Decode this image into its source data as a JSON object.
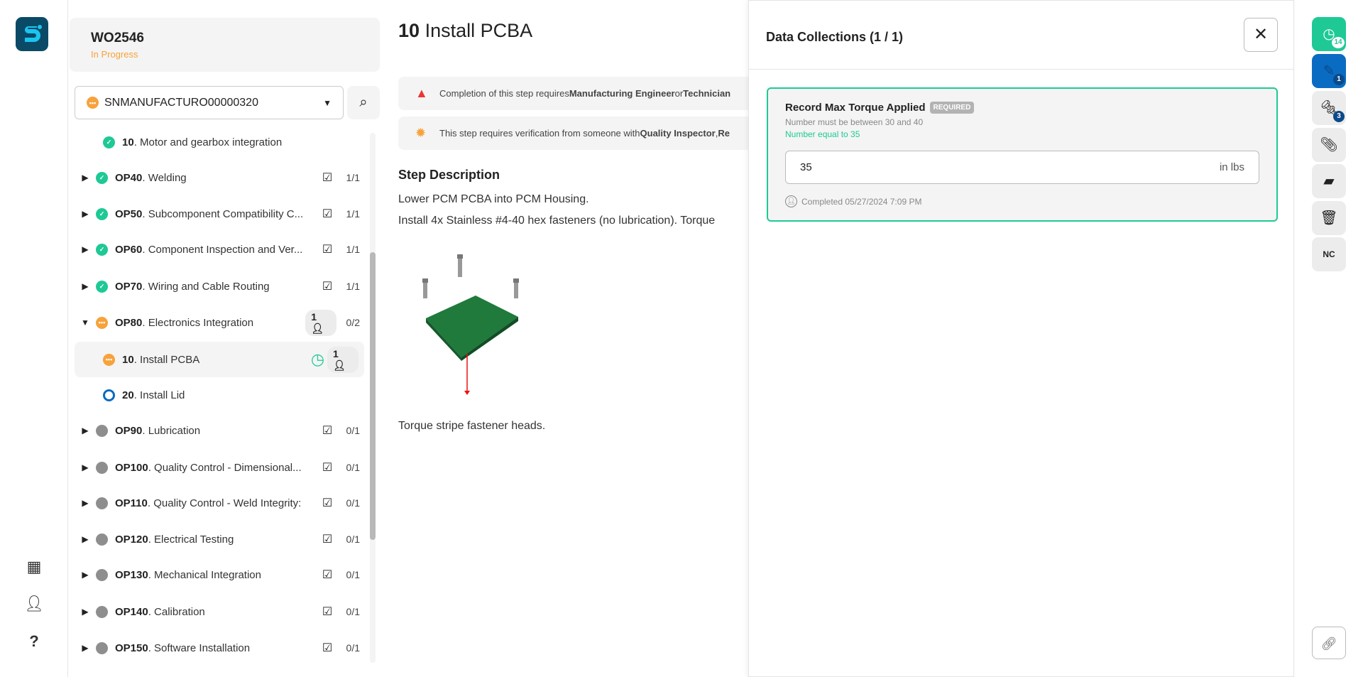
{
  "rail": {
    "logo": "S",
    "icons": [
      "apps-grid-icon",
      "user-icon",
      "help-icon"
    ]
  },
  "work_order": {
    "id": "WO2546",
    "status": "In Progress"
  },
  "serial_select": {
    "value": "SNMANUFACTURO00000320"
  },
  "steps": [
    {
      "num": "10",
      "name": "Motor and gearbox integration",
      "status": "complete",
      "child": true
    },
    {
      "num": "OP40",
      "name": "Welding",
      "status": "complete",
      "count": "1/1"
    },
    {
      "num": "OP50",
      "name": "Subcomponent Compatibility C...",
      "status": "complete",
      "count": "1/1"
    },
    {
      "num": "OP60",
      "name": "Component Inspection and Ver...",
      "status": "complete",
      "count": "1/1"
    },
    {
      "num": "OP70",
      "name": "Wiring and Cable Routing",
      "status": "complete",
      "count": "1/1"
    },
    {
      "num": "OP80",
      "name": "Electronics Integration",
      "status": "in-progress",
      "count": "0/2",
      "users": "1",
      "expanded": true
    },
    {
      "num": "10",
      "name": "Install PCBA",
      "status": "in-progress",
      "child": true,
      "users": "1",
      "selected": true
    },
    {
      "num": "20",
      "name": "Install Lid",
      "status": "not-started",
      "child": true
    },
    {
      "num": "OP90",
      "name": "Lubrication",
      "status": "pending",
      "count": "0/1"
    },
    {
      "num": "OP100",
      "name": "Quality Control - Dimensional...",
      "status": "pending",
      "count": "0/1"
    },
    {
      "num": "OP110",
      "name": "Quality Control - Weld Integrity:",
      "status": "pending",
      "count": "0/1"
    },
    {
      "num": "OP120",
      "name": "Electrical Testing",
      "status": "pending",
      "count": "0/1"
    },
    {
      "num": "OP130",
      "name": "Mechanical Integration",
      "status": "pending",
      "count": "0/1"
    },
    {
      "num": "OP140",
      "name": "Calibration",
      "status": "pending",
      "count": "0/1"
    },
    {
      "num": "OP150",
      "name": "Software Installation",
      "status": "pending",
      "count": "0/1"
    }
  ],
  "main": {
    "step_num": "10",
    "step_title": "Install PCBA",
    "alert1": {
      "pre": "Completion of this step requires ",
      "b1": "Manufacturing Engineer",
      "mid": " or ",
      "b2": "Technician"
    },
    "alert2": {
      "pre": "This step requires verification from someone with ",
      "b1": "Quality Inspector",
      "mid": ", ",
      "b2": "Re"
    },
    "desc_heading": "Step Description",
    "lines": [
      "Lower PCM PCBA into PCM Housing.",
      "Install 4x Stainless #4-40 hex fasteners (no lubrication). Torque"
    ],
    "footer_line": "Torque stripe fastener heads."
  },
  "panel": {
    "title": "Data Collections (1 / 1)",
    "field": {
      "label": "Record Max Torque Applied",
      "badge": "REQUIRED",
      "range": "Number must be between 30 and 40",
      "validation": "Number equal to 35",
      "value": "35",
      "unit": "in lbs",
      "completed": "Completed 05/27/2024 7:09 PM"
    }
  },
  "toolbar": {
    "timer_badge": "14",
    "dc_badge": "1",
    "tools_badge": "3",
    "nc_label": "NC"
  },
  "colors": {
    "accent": "#1ec995",
    "blue": "#0a6bc2",
    "orange": "#f7a23b"
  }
}
